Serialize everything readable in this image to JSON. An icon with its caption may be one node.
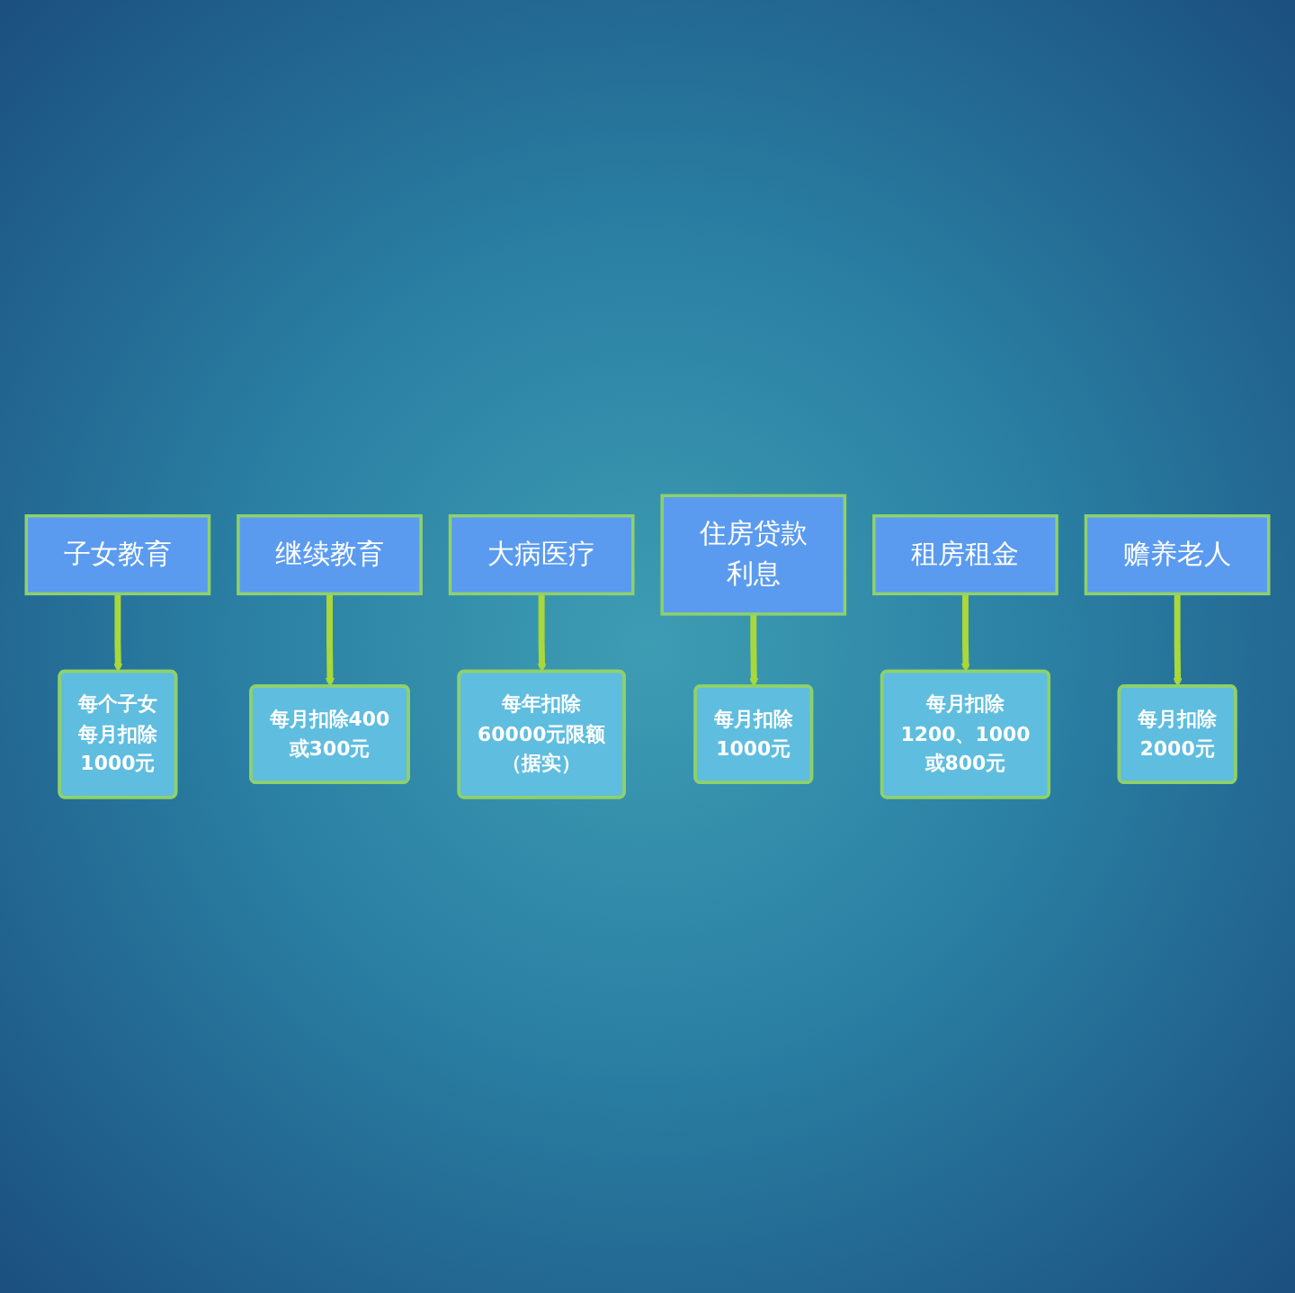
{
  "diagram": {
    "nodes": [
      {
        "text": [
          "子女教育"
        ]
      },
      {
        "text": [
          "继续教育"
        ]
      },
      {
        "text": [
          "大病医疗"
        ]
      },
      {
        "text": [
          "每个子女每月扣除1000元"
        ]
      },
      {
        "text": [
          "每月扣除400或300元"
        ]
      },
      {
        "text": [
          "每年扣除60000元限额（据实）"
        ]
      },
      {
        "text": [
          "住房贷款利息"
        ]
      },
      {
        "text": [
          "租房租金"
        ]
      },
      {
        "text": [
          "赡养老人"
        ]
      },
      {
        "text": [
          "每月扣除1000元"
        ]
      },
      {
        "text": [
          "每月扣除1200、1000或800元"
        ]
      },
      {
        "text": [
          "每月扣除2000元"
        ]
      }
    ],
    "edges": [
      {
        "from": 0,
        "to": 3,
        "arrow": "to"
      },
      {
        "from": 1,
        "to": 4,
        "arrow": "to"
      },
      {
        "from": 2,
        "to": 5,
        "arrow": "to"
      },
      {
        "from": 6,
        "to": 9,
        "arrow": "to"
      },
      {
        "from": 7,
        "to": 10,
        "arrow": "to"
      },
      {
        "from": 8,
        "to": 11,
        "arrow": "to"
      }
    ]
  }
}
